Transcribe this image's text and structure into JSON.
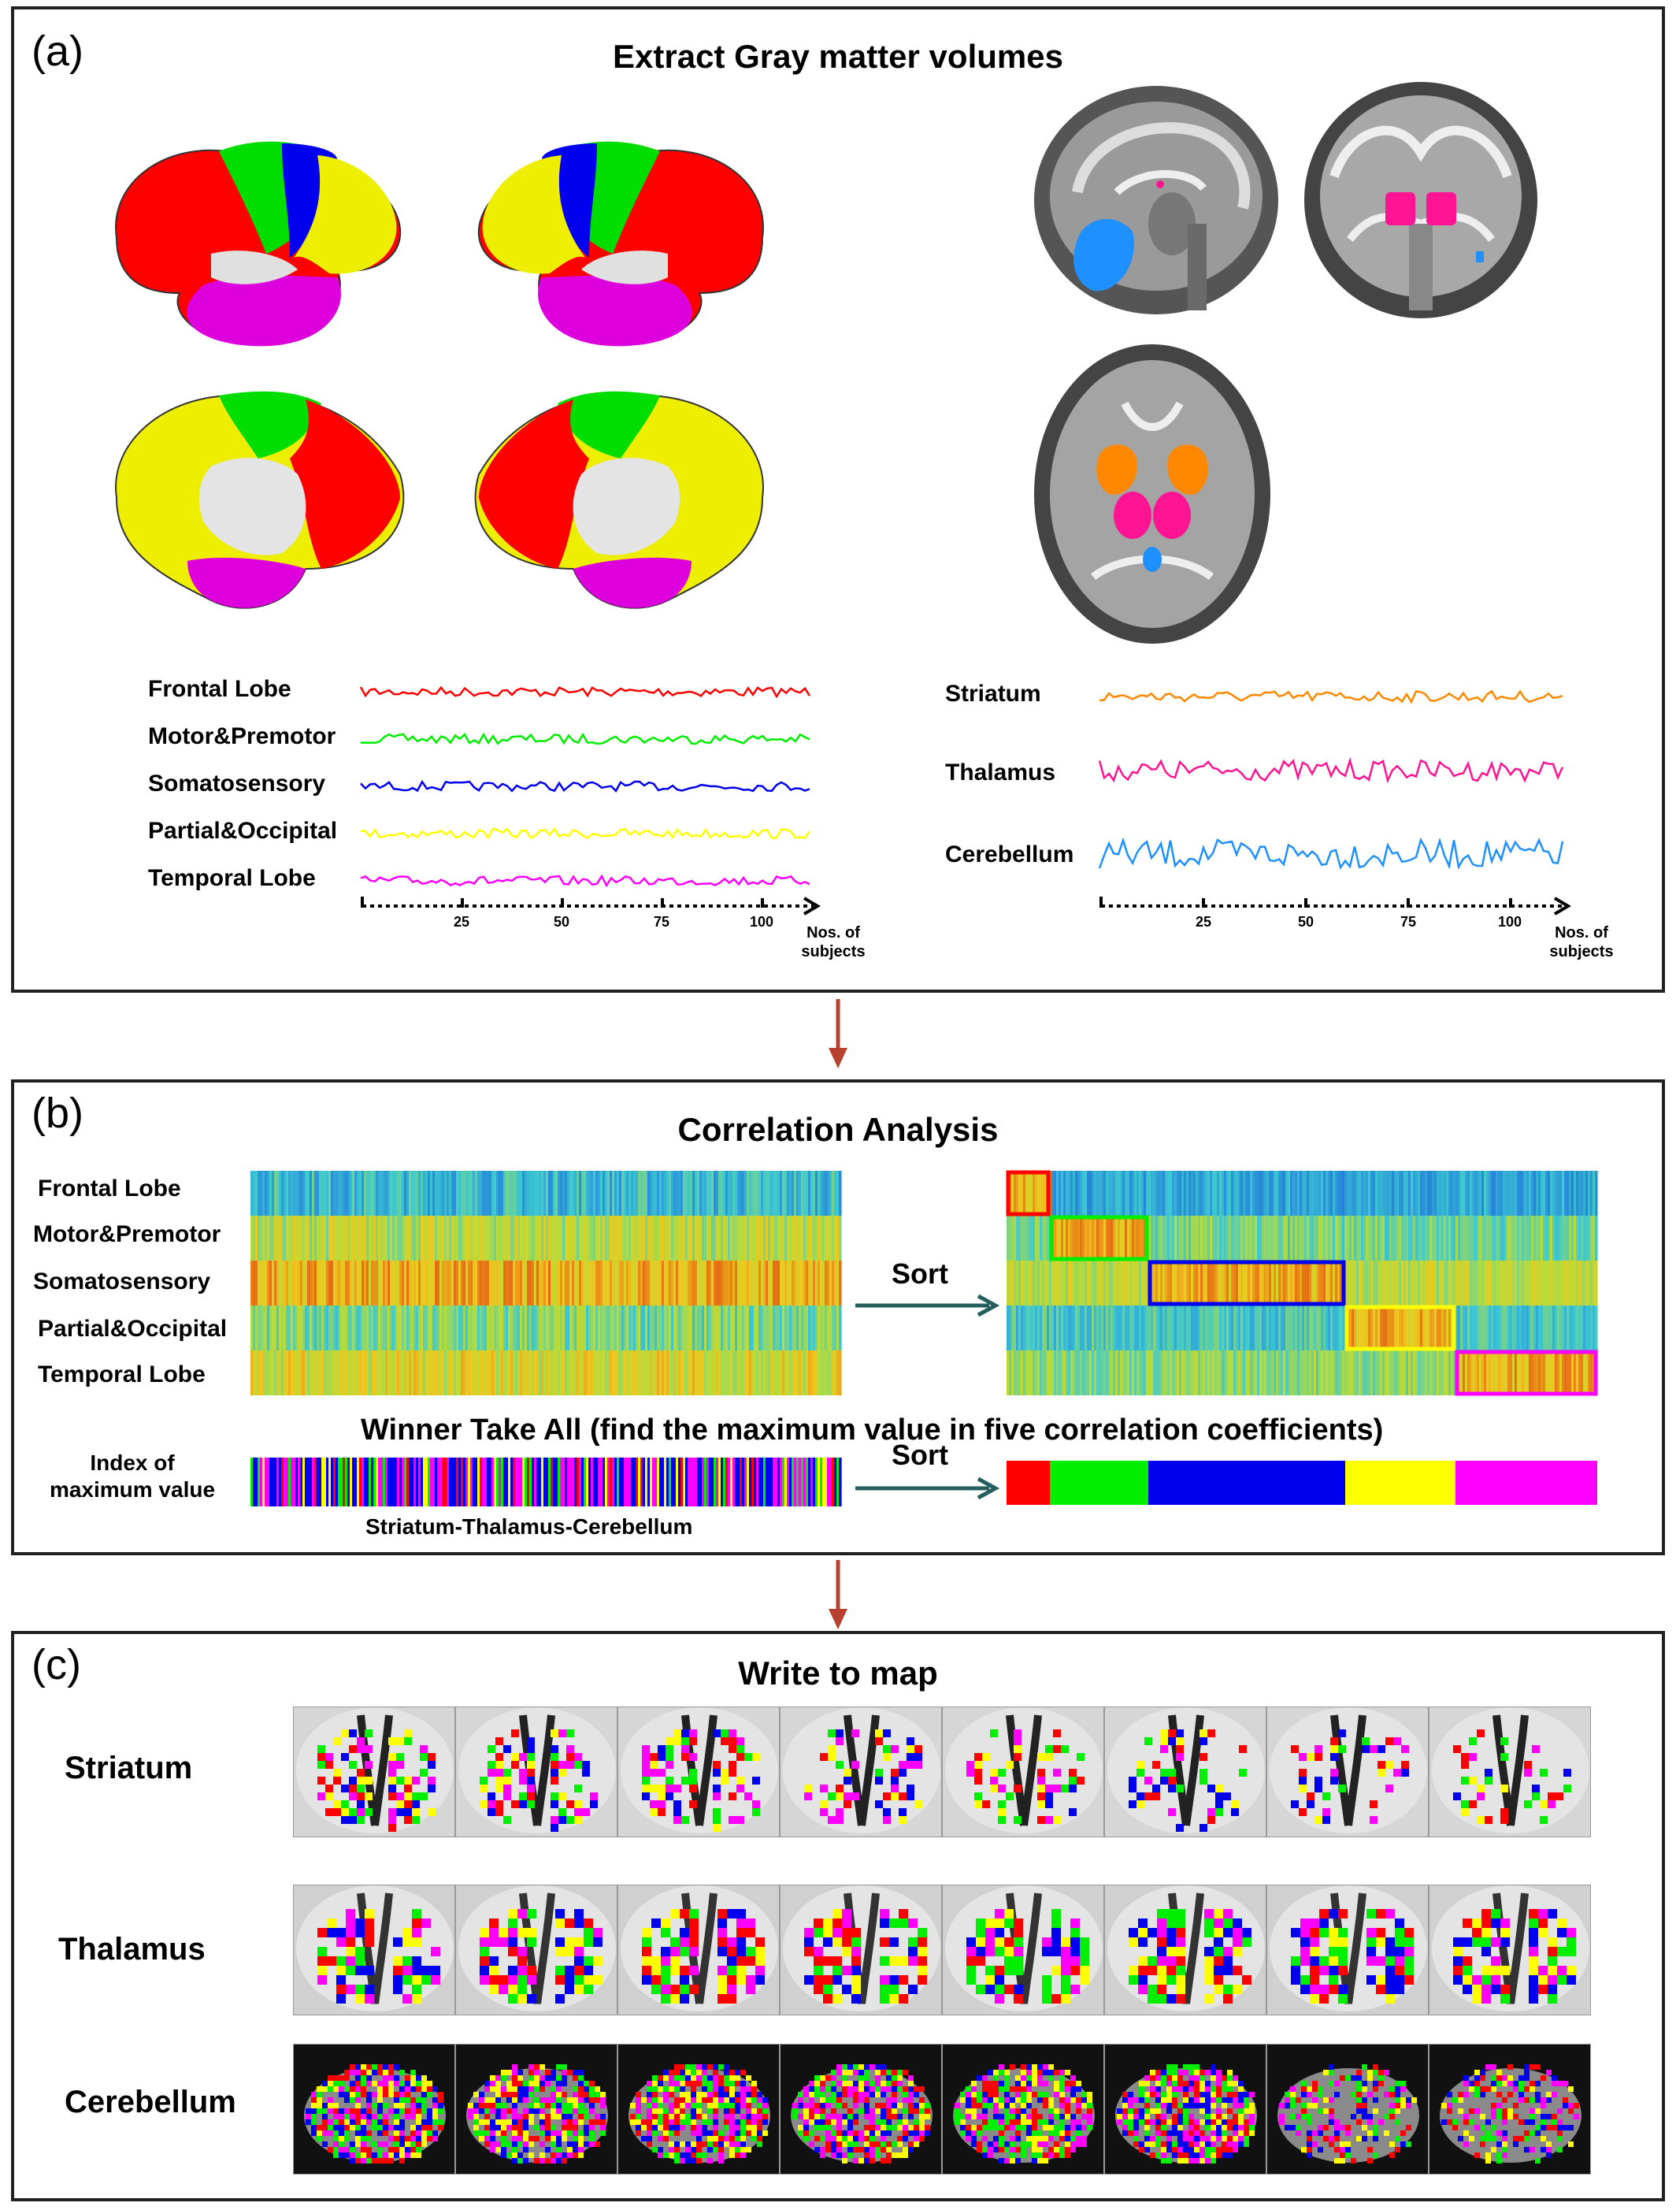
{
  "panel_a": {
    "label": "(a)",
    "title": "Extract Gray matter volumes",
    "cortical_series": [
      "Frontal Lobe",
      "Motor&Premotor",
      "Somatosensory",
      "Partial&Occipital",
      "Temporal Lobe"
    ],
    "subcortical_series": [
      "Striatum",
      "Thalamus",
      "Cerebellum"
    ],
    "ticks": [
      "25",
      "50",
      "75",
      "100"
    ],
    "axis_label_line1": "Nos. of",
    "axis_label_line2": "subjects"
  },
  "panel_b": {
    "label": "(b)",
    "title": "Correlation Analysis",
    "rows": [
      "Frontal Lobe",
      "Motor&Premotor",
      "Somatosensory",
      "Partial&Occipital",
      "Temporal Lobe"
    ],
    "sort_label": "Sort",
    "winner_title": "Winner Take All (find the maximum value in five correlation coefficients)",
    "index_label_line1": "Index of",
    "index_label_line2": "maximum value",
    "bar_caption": "Striatum-Thalamus-Cerebellum"
  },
  "panel_c": {
    "label": "(c)",
    "title": "Write to map",
    "rows": [
      "Striatum",
      "Thalamus",
      "Cerebellum"
    ]
  },
  "colors": {
    "frontal": "#ff0000",
    "motor": "#00ee00",
    "somato": "#0000ee",
    "parietal": "#ffff00",
    "temporal": "#ff00ff",
    "striatum": "#ff8800",
    "thalamus": "#ff1493",
    "cerebellum": "#1e90ff"
  }
}
